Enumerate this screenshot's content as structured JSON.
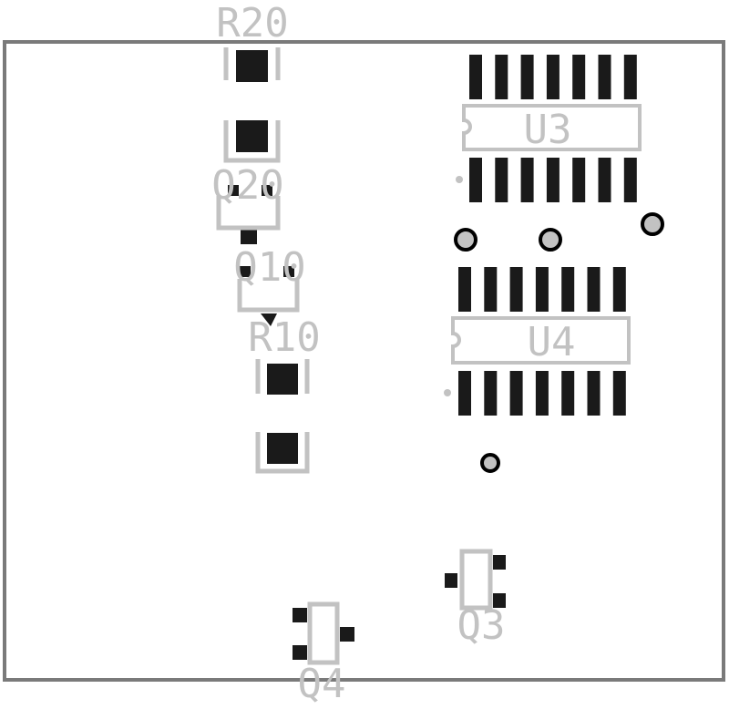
{
  "colors": {
    "background": "#ffffff",
    "board_outline": "#7a7a7a",
    "silkscreen": "#c2c2c2",
    "pad": "#1a1a1a",
    "via_ring": "#000000",
    "via_fill": "#c2c2c2"
  },
  "designators": {
    "r20": "R20",
    "q20": "Q20",
    "q10": "Q10",
    "r10": "R10",
    "u3": "U3",
    "u4": "U4",
    "q3": "Q3",
    "q4": "Q4"
  }
}
